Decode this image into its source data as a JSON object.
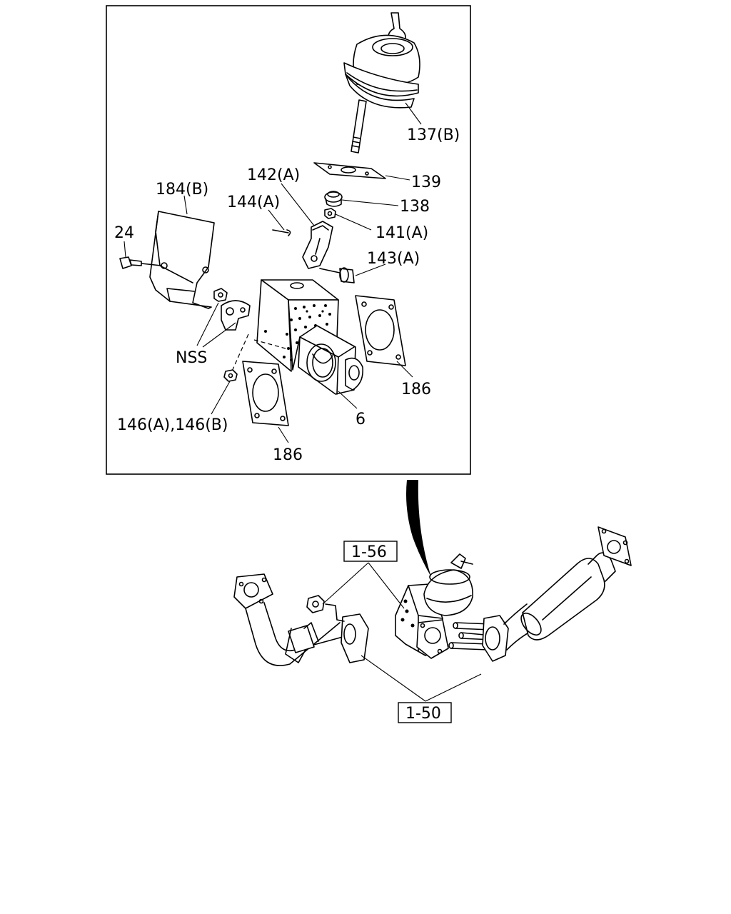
{
  "labels": {
    "l137b": "137(B)",
    "l139": "139",
    "l138": "138",
    "l141a": "141(A)",
    "l142a": "142(A)",
    "l144a": "144(A)",
    "l143a": "143(A)",
    "l184b": "184(B)",
    "l24": "24",
    "lnss": "NSS",
    "l186r": "186",
    "l186b": "186",
    "l6": "6",
    "l146": "146(A),146(B)",
    "ref156": "1-56",
    "ref150": "1-50"
  }
}
